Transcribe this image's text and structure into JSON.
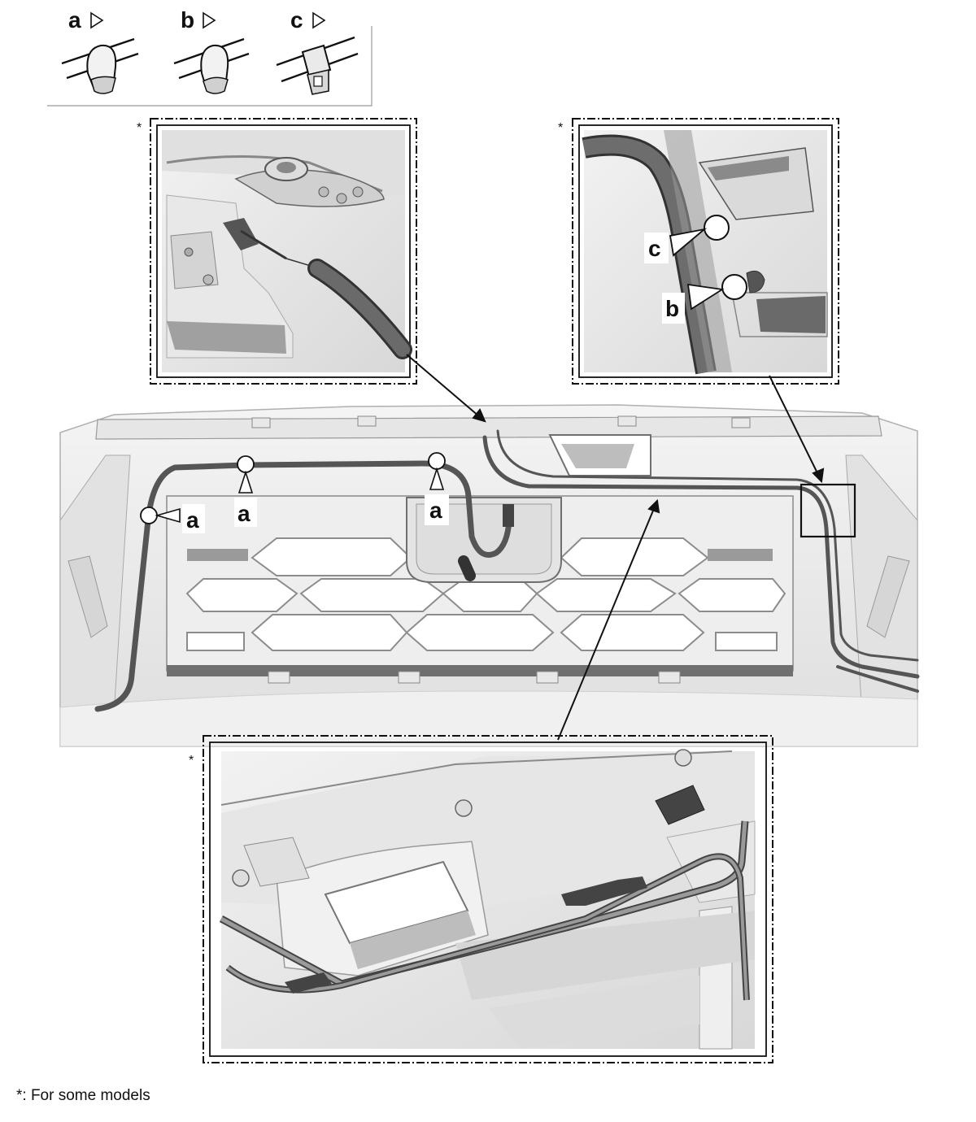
{
  "legend": {
    "clips": [
      {
        "letter": "a",
        "icon": "triangle-right-outline-icon"
      },
      {
        "letter": "b",
        "icon": "triangle-right-outline-icon"
      },
      {
        "letter": "c",
        "icon": "triangle-right-outline-icon"
      }
    ]
  },
  "insets": {
    "top_left": {
      "marker": "*"
    },
    "top_right": {
      "marker": "*",
      "callouts": [
        "c",
        "b"
      ]
    },
    "bottom": {
      "marker": "*"
    }
  },
  "main": {
    "callouts": [
      "a",
      "a",
      "a"
    ]
  },
  "footnote": "*: For some models",
  "colors": {
    "harness": "#5a5a5a",
    "part_fill": "#ececec",
    "part_shade": "#c8c8c8",
    "dark_shade": "#9a9a9a",
    "line": "#111111"
  }
}
